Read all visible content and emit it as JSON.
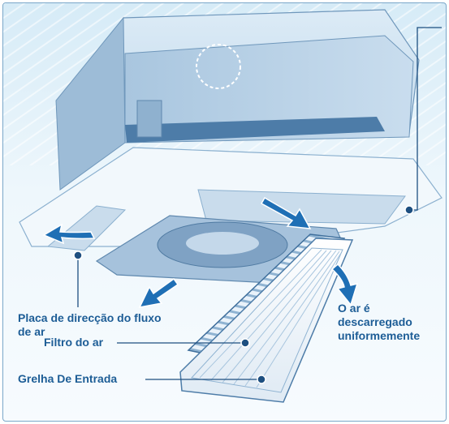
{
  "labels": {
    "louver": {
      "line1": "Placa de direcção do fluxo",
      "line2": "de ar"
    },
    "air_filter": "Filtro do ar",
    "intake_grille": "Grelha De Entrada",
    "discharge": {
      "line1": "O ar é",
      "line2": "descarregado",
      "line3": "uniformemente"
    }
  },
  "colors": {
    "label_text": "#1d5d96",
    "unit_body": "#b8d2e8",
    "panel": "#e6f1f9",
    "arrow": "#1f6fb5",
    "leader": "#1d4f80"
  },
  "icons": [
    "airflow-arrow-icon",
    "leader-dot-icon"
  ]
}
